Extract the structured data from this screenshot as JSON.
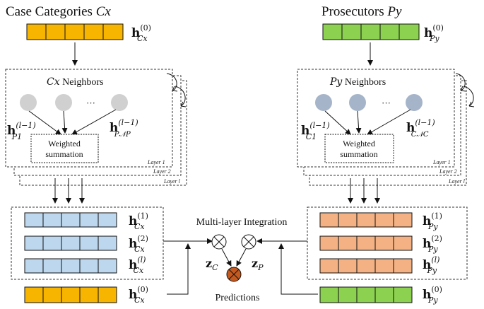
{
  "left": {
    "title": "Case Categories",
    "title_var": "Cx",
    "input_label": "h",
    "input_sup": "(0)",
    "input_sub": "Cx",
    "neighbors_var": "Cx",
    "neighbors_label": "Neighbors",
    "ellipsis": "···",
    "node_first_sub": "P1",
    "node_first_sup": "(l−1)",
    "node_last_sub": "P𝒩P",
    "node_last_sup": "(l−1)",
    "sum_line1": "Weighted",
    "sum_line2": "summation",
    "layers": [
      "Layer 1",
      "Layer 2",
      "Layer l"
    ],
    "stack_labels": [
      {
        "base": "h",
        "sup": "(1)",
        "sub": "Cx"
      },
      {
        "base": "h",
        "sup": "(2)",
        "sub": "Cx"
      },
      {
        "base": "h",
        "sup": "(l)",
        "sub": "Cx"
      }
    ],
    "bottom_label": {
      "base": "h",
      "sup": "(0)",
      "sub": "Cx"
    }
  },
  "right": {
    "title": "Prosecutors",
    "title_var": "Py",
    "input_label": "h",
    "input_sup": "(0)",
    "input_sub": "Py",
    "neighbors_var": "Py",
    "neighbors_label": "Neighbors",
    "ellipsis": "···",
    "node_first_sub": "C1",
    "node_first_sup": "(l−1)",
    "node_last_sub": "C𝒩C",
    "node_last_sup": "(l−1)",
    "sum_line1": "Weighted",
    "sum_line2": "summation",
    "layers": [
      "Layer 1",
      "Layer 2",
      "Layer l"
    ],
    "stack_labels": [
      {
        "base": "h",
        "sup": "(1)",
        "sub": "Py"
      },
      {
        "base": "h",
        "sup": "(2)",
        "sub": "Py"
      },
      {
        "base": "h",
        "sup": "(l)",
        "sub": "Py"
      }
    ],
    "bottom_label": {
      "base": "h",
      "sup": "(0)",
      "sub": "Py"
    }
  },
  "center": {
    "integration_label": "Multi-layer Integration",
    "zc_base": "z",
    "zc_sub": "C",
    "zp_base": "z",
    "zp_sub": "P",
    "predictions_label": "Predictions"
  },
  "colors": {
    "orange_vec": "#F7B500",
    "green_vec": "#8CD14F",
    "blue_vec": "#BDD7EE",
    "salmon_vec": "#F4B183",
    "node_gray": "#D0D0D0",
    "node_blue": "#A5B4C8",
    "prediction": "#C65A1E"
  }
}
